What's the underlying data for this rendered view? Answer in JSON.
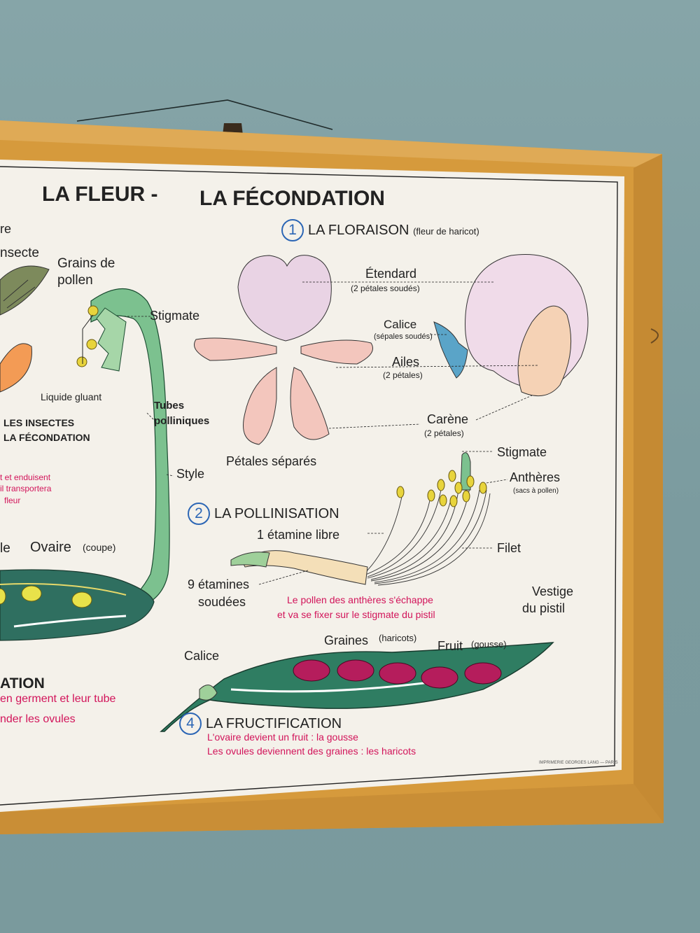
{
  "poster": {
    "title_left": "LA FLEUR -",
    "title_right": "LA FÉCONDATION",
    "imprint": "IMPRIMERIE GEORGES LANG — PARIS"
  },
  "left_fragment": {
    "re": "re",
    "insecte": "nsecte",
    "grains": "Grains de",
    "pollen": "pollen",
    "stigmate": "Stigmate",
    "liquide": "Liquide gluant",
    "tubes1": "Tubes",
    "tubes2": "polliniques",
    "insects1": "LES INSECTES",
    "insects2": "LA FÉCONDATION",
    "red1": "t et enduisent",
    "red2": "il transportera",
    "red3": "fleur",
    "style": "Style",
    "le": "le",
    "ovaire": "Ovaire",
    "coupe": "(coupe)",
    "ation": "ATION",
    "germ1": "en germent et leur tube",
    "germ2": "nder les ovules"
  },
  "section1": {
    "number": "1",
    "title": "LA FLORAISON",
    "subtitle": "(fleur de haricot)",
    "etendard": "Étendard",
    "etendard_note": "(2 pétales soudés)",
    "calice": "Calice",
    "calice_note": "(sépales soudés)",
    "ailes": "Ailes",
    "ailes_note": "(2 pétales)",
    "carene": "Carène",
    "carene_note": "(2 pétales)",
    "petales": "Pétales séparés"
  },
  "section2": {
    "number": "2",
    "title": "LA POLLINISATION",
    "stigmate": "Stigmate",
    "antheres": "Anthères",
    "antheres_note": "(sacs à pollen)",
    "etamine": "1 étamine libre",
    "filet": "Filet",
    "soudees1": "9 étamines",
    "soudees2": "soudées",
    "caption1": "Le pollen des anthères s'échappe",
    "caption2": "et va se fixer sur le stigmate du pistil"
  },
  "section4": {
    "number": "4",
    "title": "LA FRUCTIFICATION",
    "vestige1": "Vestige",
    "vestige2": "du pistil",
    "graines": "Graines",
    "graines_note": "(haricots)",
    "fruit": "Fruit",
    "fruit_note": "(gousse)",
    "calice": "Calice",
    "caption1": "L'ovaire devient un fruit : la gousse",
    "caption2": "Les ovules deviennent des graines : les haricots"
  },
  "colors": {
    "wall": "#7e9da0",
    "frame": "#d79a3c",
    "paper": "#f4f1ea",
    "accent_red": "#d2145a",
    "number_blue": "#2c66b5",
    "stem_green": "#6cb883",
    "pod_green": "#2f7d62",
    "bean": "#b51d5c"
  }
}
